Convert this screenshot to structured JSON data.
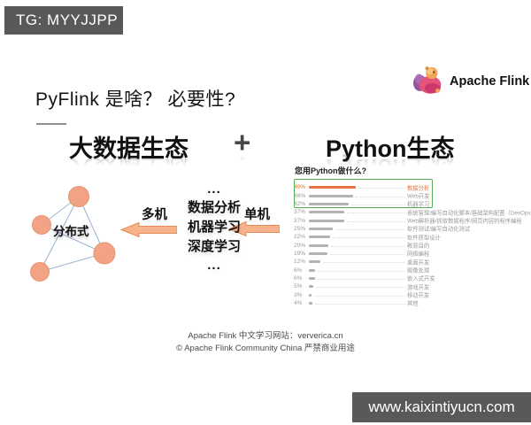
{
  "watermarks": {
    "top": "TG: MYYJJPP",
    "bottom": "www.kaixintiyucn.com"
  },
  "logo": {
    "text": "Apache Flink"
  },
  "title": "PyFlink 是啥？ 必要性?",
  "headings": {
    "left": "大数据生态",
    "plus": "+",
    "right": "Python生态"
  },
  "diagram": {
    "label": "分布式"
  },
  "middle": {
    "left_arrow_label": "多机",
    "right_arrow_label": "单机",
    "items": [
      "...",
      "数据分析",
      "机器学习",
      "深度学习",
      "..."
    ]
  },
  "chart_data": {
    "type": "bar",
    "orientation": "horizontal",
    "title": "您用Python做什么?",
    "categories": [
      "数据分析",
      "Web开发",
      "机器学习",
      "系统管理/编写自动化脚本/基础架构配置（DevOps）",
      "Web解析器/抓取数据程序/网页内容的程序编程",
      "软件测试/编写自动化测试",
      "软件原型设计",
      "教育目的",
      "网络编程",
      "桌面开发",
      "图像处理",
      "嵌入式开发",
      "游戏开发",
      "移动开发",
      "其他"
    ],
    "values": [
      49,
      46,
      42,
      37,
      37,
      25,
      22,
      20,
      19,
      12,
      6,
      6,
      5,
      3,
      4
    ],
    "unit": "%",
    "bar_color_primary": "#e8703a",
    "bar_color_default": "#b3b3b3",
    "highlight_box_rows": [
      0,
      1,
      2
    ],
    "highlight_box_color": "#56ad56",
    "legend": "none",
    "grid": false
  },
  "footer": {
    "line1": "Apache Flink 中文学习网站：ververica.cn",
    "line2": "© Apache Flink Community China  严禁商业用途"
  },
  "colors": {
    "watermark_bar": "#58595b",
    "node_fill": "#f2a285",
    "node_stroke": "#e8936f",
    "edge_line": "#9fb6d4",
    "arrow_fill": "#f6b38c",
    "arrow_stroke": "#e58b55"
  }
}
